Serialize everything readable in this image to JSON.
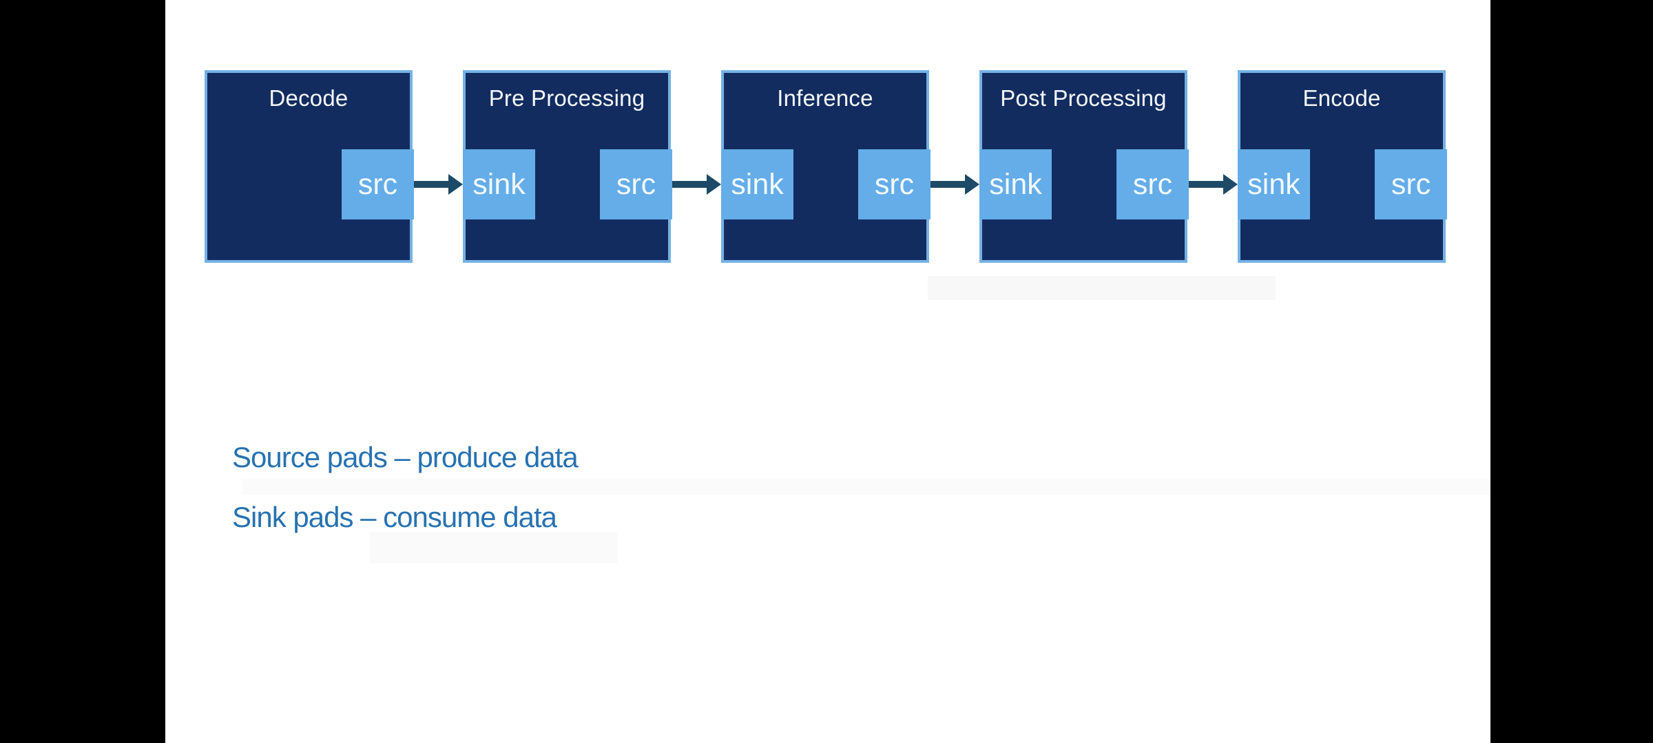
{
  "slide": {
    "kind": "pipeline-diagram-slide",
    "background_color": "#ffffff",
    "letterbox_color": "#000000"
  },
  "colors": {
    "stage_fill": "#132c5f",
    "stage_border": "#74b2e4",
    "pad_fill": "#64ade8",
    "arrow": "#1d4a66",
    "stage_label_text": "#f4f8fc",
    "pad_label_text": "#f2f9fe",
    "legend_text": "#2772b0"
  },
  "pipeline": {
    "stages": [
      {
        "label": "Decode",
        "pads": [
          {
            "type": "src",
            "label": "src"
          }
        ]
      },
      {
        "label": "Pre Processing",
        "pads": [
          {
            "type": "sink",
            "label": "sink"
          },
          {
            "type": "src",
            "label": "src"
          }
        ]
      },
      {
        "label": "Inference",
        "pads": [
          {
            "type": "sink",
            "label": "sink"
          },
          {
            "type": "src",
            "label": "src"
          }
        ]
      },
      {
        "label": "Post Processing",
        "pads": [
          {
            "type": "sink",
            "label": "sink"
          },
          {
            "type": "src",
            "label": "src"
          }
        ]
      },
      {
        "label": "Encode",
        "pads": [
          {
            "type": "sink",
            "label": "sink"
          },
          {
            "type": "src",
            "label": "src"
          }
        ]
      }
    ]
  },
  "legend": {
    "line1": "Source pads – produce data",
    "line2": "Sink pads – consume data"
  }
}
